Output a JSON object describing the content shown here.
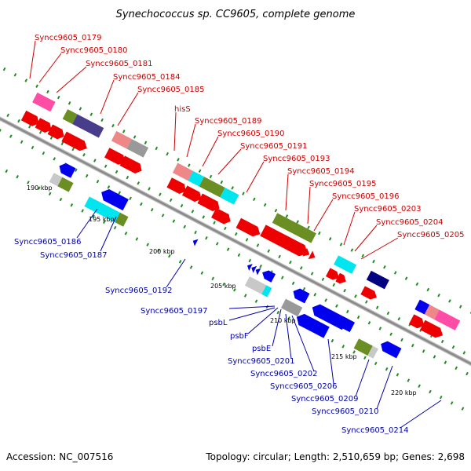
{
  "title": "Synechococcus sp. CC9605, complete genome",
  "footer": {
    "accession": "Accession: NC_007516",
    "summary": "Topology: circular; Length: 2,510,659 bp; Genes: 2,698"
  },
  "colors": {
    "top_label": "#cc0000",
    "bottom_label": "#0000aa",
    "backbone": "#999999",
    "tick_marks": "#228b22",
    "red_gene": "#ee0000",
    "blue_gene": "#0000ee",
    "olive": "#6b8e23",
    "cyan": "#00e5ee",
    "grey": "#999999",
    "pink": "#ff4da6",
    "salmon": "#ee8888",
    "navy": "#000080",
    "slate": "#483d8b"
  },
  "scale_labels": [
    "190 kbp",
    "195 kbp",
    "200 kbp",
    "205 kbp",
    "210 kbp",
    "215 kbp",
    "220 kbp"
  ],
  "top_labels": [
    "Syncc9605_0179",
    "Syncc9605_0180",
    "Syncc9605_0181",
    "Syncc9605_0184",
    "Syncc9605_0185",
    "hisS",
    "Syncc9605_0189",
    "Syncc9605_0190",
    "Syncc9605_0191",
    "Syncc9605_0193",
    "Syncc9605_0194",
    "Syncc9605_0195",
    "Syncc9605_0196",
    "Syncc9605_0203",
    "Syncc9605_0204",
    "Syncc9605_0205"
  ],
  "bottom_labels": [
    "Syncc9605_0186",
    "Syncc9605_0187",
    "Syncc9605_0192",
    "Syncc9605_0197",
    "psbL",
    "psbF",
    "psbE",
    "Syncc9605_0201",
    "Syncc9605_0202",
    "Syncc9605_0206",
    "Syncc9605_0209",
    "Syncc9605_0210",
    "Syncc9605_0214"
  ]
}
